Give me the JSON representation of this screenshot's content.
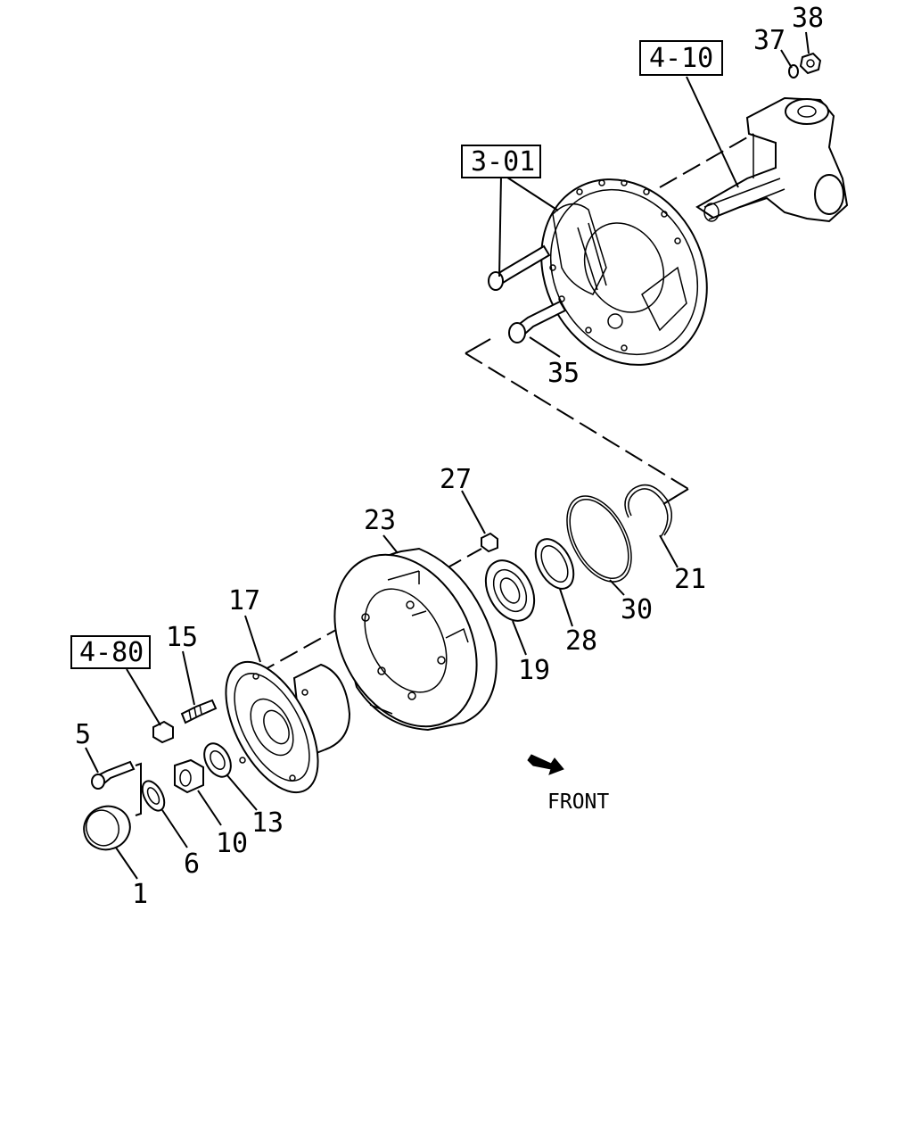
{
  "callouts": {
    "c1": "1",
    "c5": "5",
    "c6": "6",
    "c10": "10",
    "c13": "13",
    "c15": "15",
    "c17": "17",
    "c19": "19",
    "c21": "21",
    "c23": "23",
    "c27": "27",
    "c28": "28",
    "c30": "30",
    "c35": "35",
    "c37": "37",
    "c38": "38"
  },
  "references": {
    "r4_10": "4-10",
    "r3_01": "3-01",
    "r4_80": "4-80"
  },
  "direction": {
    "label": "FRONT",
    "icon": "arrow-icon"
  }
}
